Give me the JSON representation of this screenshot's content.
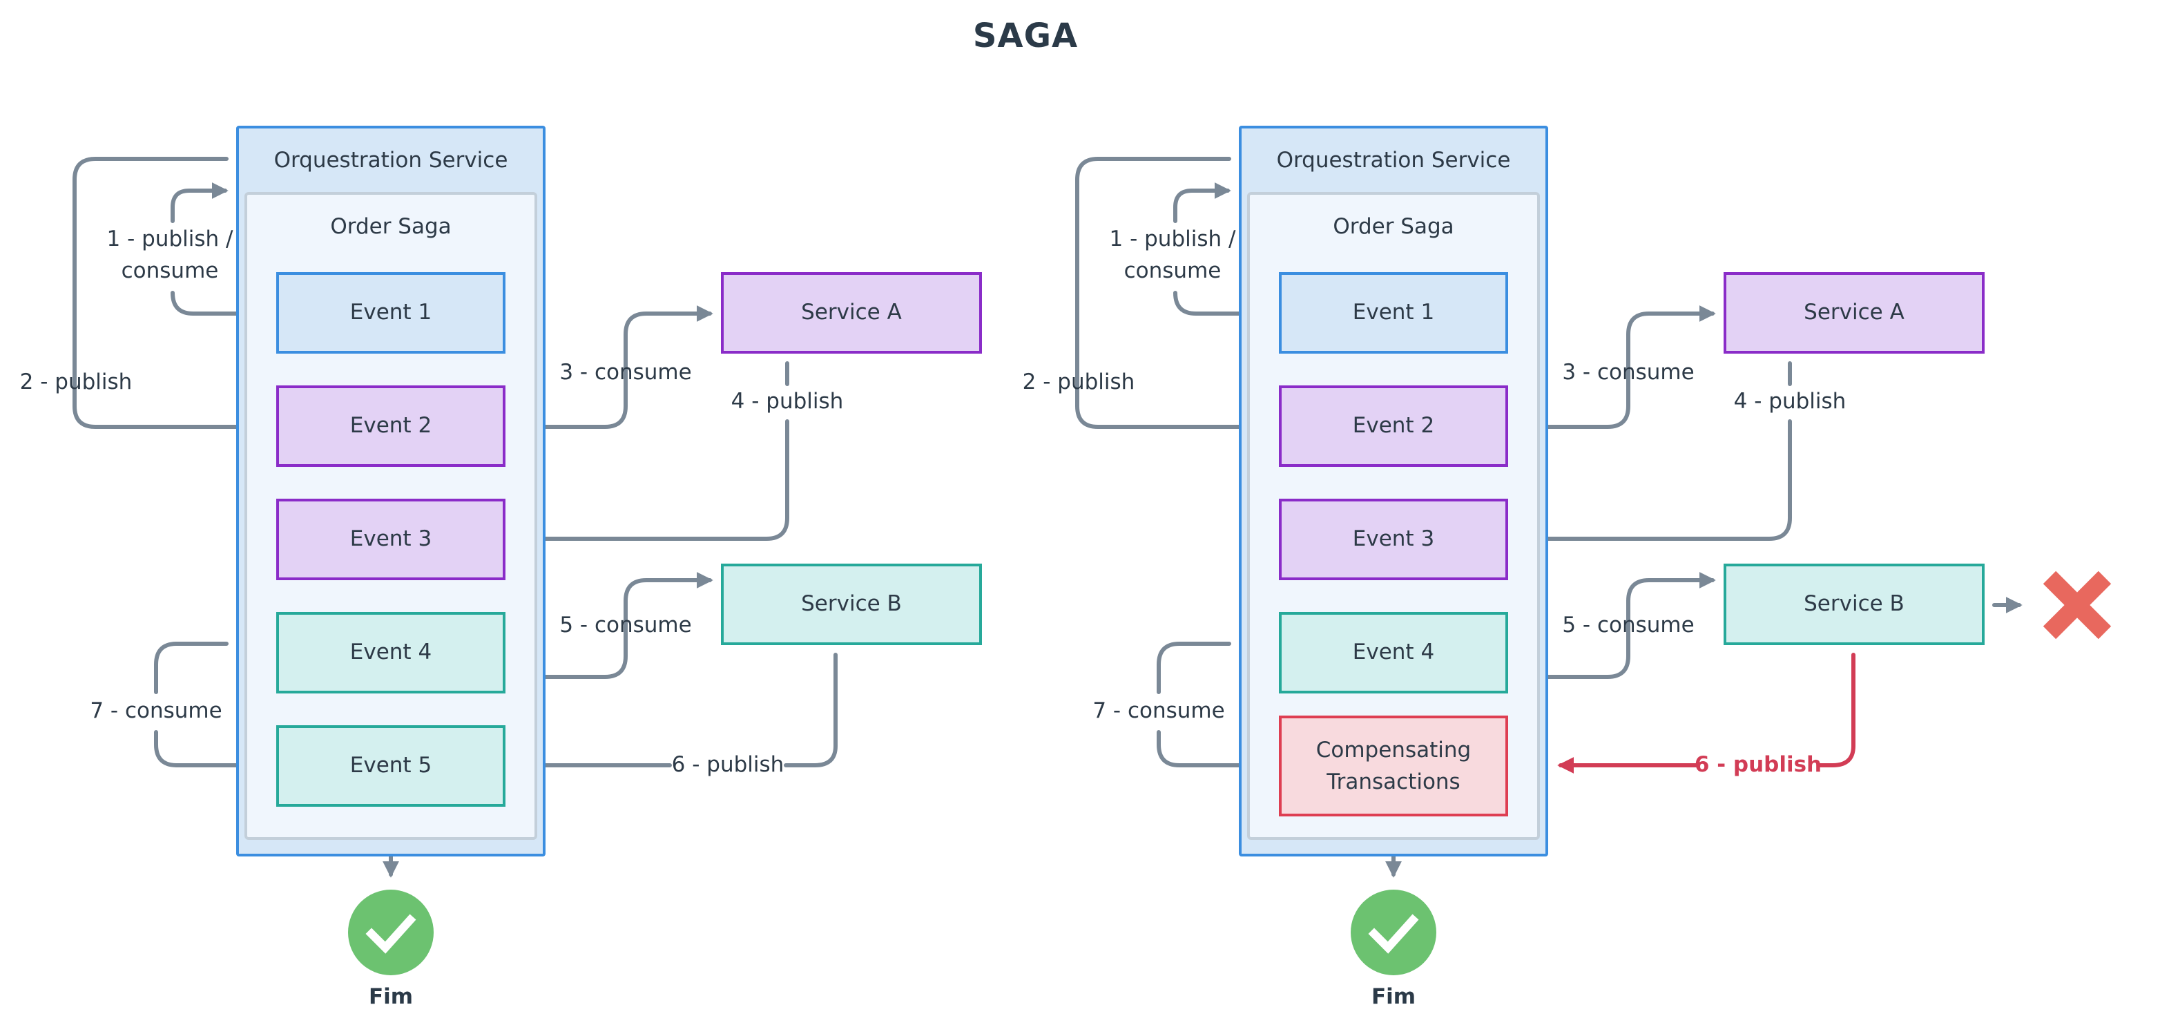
{
  "title": "SAGA",
  "left": {
    "orchestration_label": "Orquestration Service",
    "saga_label": "Order Saga",
    "events": [
      "Event 1",
      "Event 2",
      "Event 3",
      "Event 4",
      "Event 5"
    ],
    "service_a": "Service A",
    "service_b": "Service B",
    "flows": {
      "f1": "1 - publish /\nconsume",
      "f2": "2 - publish",
      "f3": "3 - consume",
      "f4": "4 - publish",
      "f5": "5 - consume",
      "f6": "6 - publish",
      "f7": "7 - consume"
    },
    "end_label": "Fim"
  },
  "right": {
    "orchestration_label": "Orquestration Service",
    "saga_label": "Order Saga",
    "events": [
      "Event 1",
      "Event 2",
      "Event 3",
      "Event 4",
      "Compensating\nTransactions"
    ],
    "service_a": "Service A",
    "service_b": "Service B",
    "flows": {
      "f1": "1 - publish /\nconsume",
      "f2": "2 - publish",
      "f3": "3 - consume",
      "f4": "4 - publish",
      "f5": "5 - consume",
      "f6": "6 - publish",
      "f7": "7 - consume"
    },
    "end_label": "Fim"
  },
  "colors": {
    "arrow": "#7a8896",
    "failure_arrow": "#d23c55",
    "success_icon": "#6cc270",
    "failure_icon": "#e8685e"
  },
  "icons": {
    "success": "check-circle-icon",
    "failure": "x-mark-icon"
  }
}
